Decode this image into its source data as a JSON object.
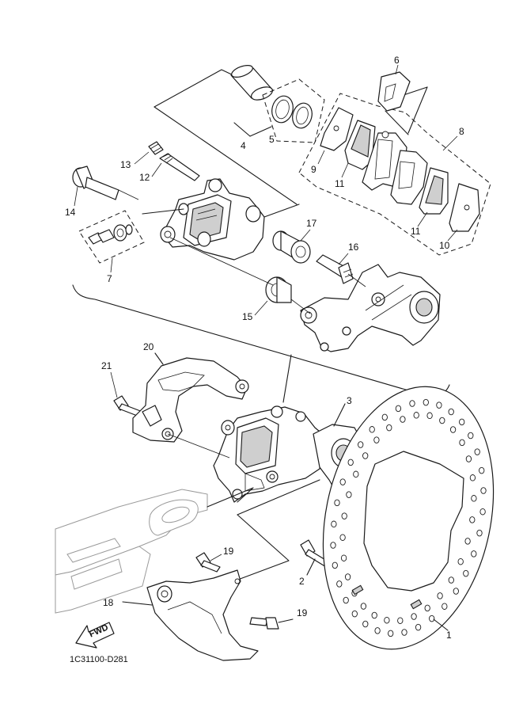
{
  "callouts": {
    "n1": "1",
    "n2": "2",
    "n3": "3",
    "n4": "4",
    "n5": "5",
    "n6": "6",
    "n7": "7",
    "n8": "8",
    "n9": "9",
    "n10": "10",
    "n11a": "11",
    "n11b": "11",
    "n12": "12",
    "n13": "13",
    "n14": "14",
    "n15": "15",
    "n16": "16",
    "n17": "17",
    "n18": "18",
    "n19a": "19",
    "n19b": "19",
    "n20": "20",
    "n21": "21"
  },
  "fwd_label": "FWD",
  "diagram_code": "1C31100-D281"
}
